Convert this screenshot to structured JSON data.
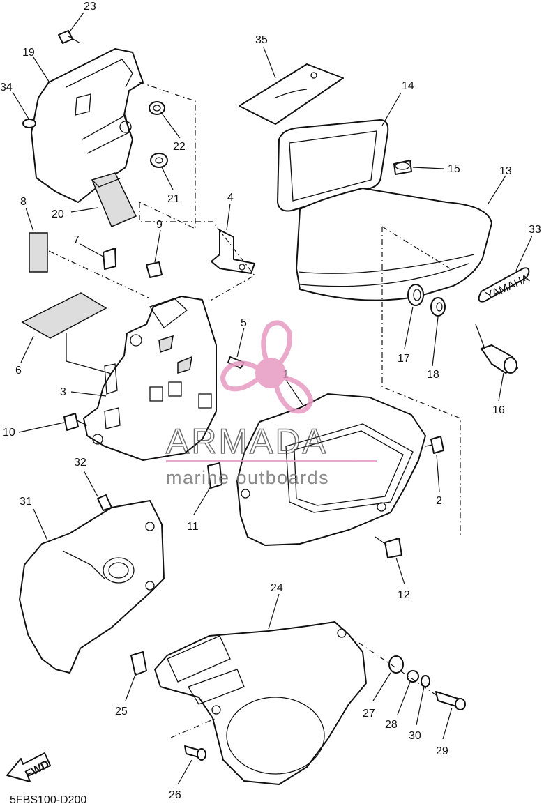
{
  "diagram_code": "5FBS100-D200",
  "fwd_label": "FWD",
  "emblem_text": "YAMAHA",
  "watermark": {
    "brand": "ARMADA",
    "tagline": "marine outboards",
    "color": "#e79bc3"
  },
  "callouts": [
    "23",
    "19",
    "34",
    "35",
    "14",
    "22",
    "21",
    "15",
    "13",
    "33",
    "20",
    "8",
    "9",
    "4",
    "7",
    "6",
    "5",
    "17",
    "18",
    "1",
    "3",
    "16",
    "10",
    "2",
    "32",
    "11",
    "31",
    "12",
    "24",
    "27",
    "28",
    "25",
    "30",
    "29",
    "26"
  ]
}
